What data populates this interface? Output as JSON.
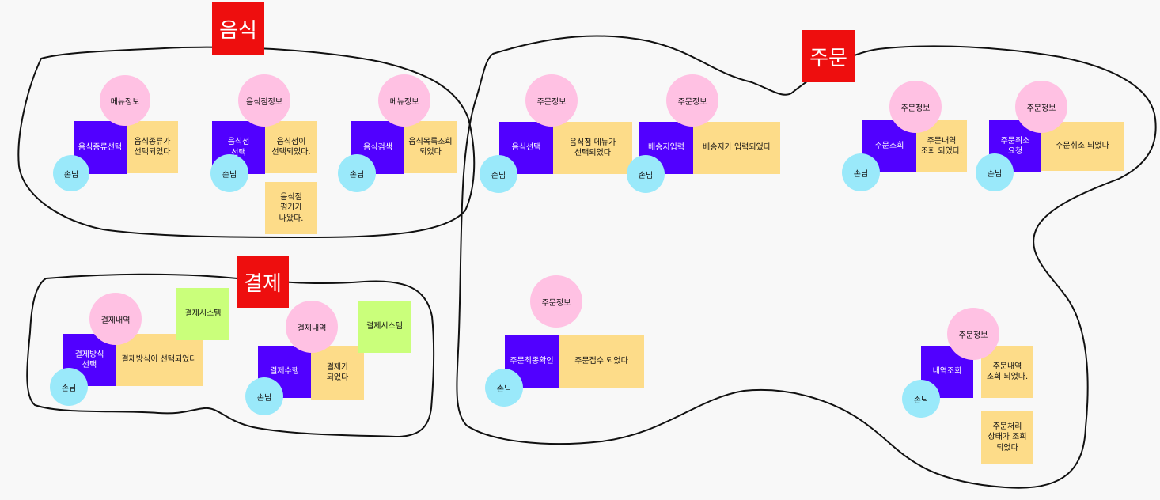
{
  "titles": [
    "음식",
    "주문",
    "결제"
  ],
  "info_circles": [
    "메뉴정보",
    "음식점정보",
    "메뉴정보",
    "주문정보",
    "주문정보",
    "주문정보",
    "주문정보",
    "결제내역",
    "결제내역",
    "주문정보",
    "주문정보"
  ],
  "commands": [
    "음식종류선택",
    "음식점\n선택",
    "음식검색",
    "음식선택",
    "배송지입력",
    "주문조회",
    "주문취소\n요청",
    "결제방식\n선택",
    "결제수행",
    "주문최종확인",
    "내역조회"
  ],
  "events": [
    "음식종류가\n선택되었다",
    "음식점이\n선택되었다.",
    "음식목록조회\n되었다",
    "음식점\n평가가\n나왔다.",
    "음식점 메뉴가\n선택되었다",
    "배송지가 입력되었다",
    "주문내역\n조회 되었다.",
    "주문취소 되었다",
    "결제방식이 선택되었다",
    "결제가\n되었다",
    "주문접수 되었다",
    "주문내역\n조회 되었다.",
    "주문처리\n상태가 조회\n되었다"
  ],
  "systems": [
    "결제시스템",
    "결제시스템"
  ],
  "actors": [
    "손님",
    "손님",
    "손님",
    "손님",
    "손님",
    "손님",
    "손님",
    "손님",
    "손님",
    "손님",
    "손님"
  ]
}
